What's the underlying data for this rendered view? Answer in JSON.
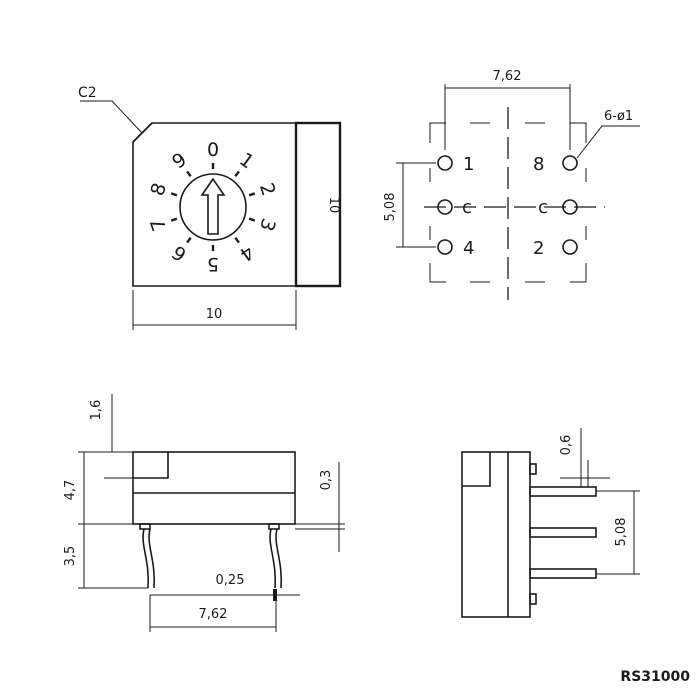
{
  "top_view": {
    "chamfer_label": "C2",
    "width_label": "10",
    "height_label": "10",
    "dial_digits": [
      "0",
      "1",
      "2",
      "3",
      "4",
      "5",
      "6",
      "7",
      "8",
      "9"
    ]
  },
  "pin_layout": {
    "pitch_x_label": "7,62",
    "pitch_y_label": "5,08",
    "hole_label": "6-ø1",
    "pin_labels": [
      "1",
      "8",
      "4",
      "2"
    ],
    "common_labels": [
      "c",
      "c"
    ]
  },
  "side_view": {
    "cap_label": "1,6",
    "body_label": "4,7",
    "gap_label": "0,3",
    "lead_length_label": "3,5",
    "lead_width_label": "0,25",
    "pitch_label": "7,62"
  },
  "end_view": {
    "pin_thickness_label": "0,6",
    "pitch_label": "5,08"
  },
  "part_number": "RS31000"
}
